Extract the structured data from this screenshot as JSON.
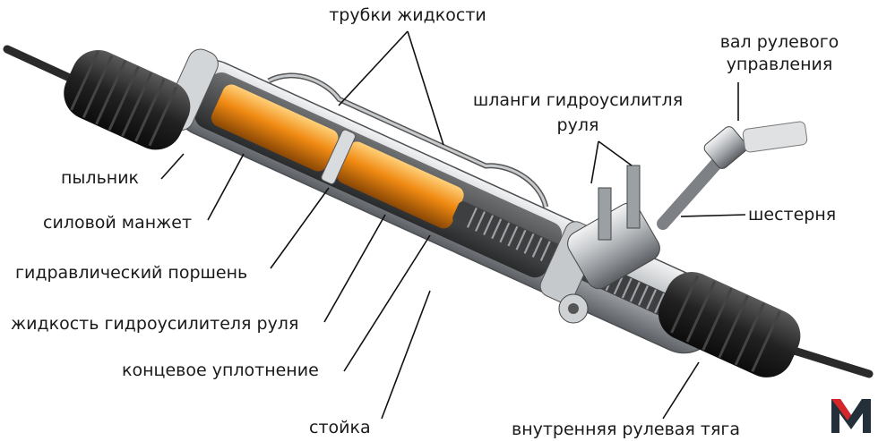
{
  "labels": {
    "fluid_tubes": "трубки жидкости",
    "steering_shaft_line1": "вал рулевого",
    "steering_shaft_line2": "управления",
    "power_hoses_line1": "шланги гидроусилитля",
    "power_hoses_line2": "руля",
    "pinion": "шестерня",
    "boot": "пыльник",
    "power_seal": "силовой манжет",
    "hydraulic_piston": "гидравлический поршень",
    "steering_fluid": "жидкость гидроусилителя руля",
    "end_seal": "концевое уплотнение",
    "rack": "стойка",
    "inner_tie_rod": "внутренняя рулевая тяга"
  },
  "colors": {
    "text": "#1a1a1a",
    "leader": "#111111",
    "fluid": "#e8850f",
    "metal": "#b9bcbf",
    "rubber": "#1e1e1e",
    "logo_red": "#d7262b",
    "logo_dark": "#23303a"
  },
  "logo": {
    "icon": "letter-m-logo"
  }
}
